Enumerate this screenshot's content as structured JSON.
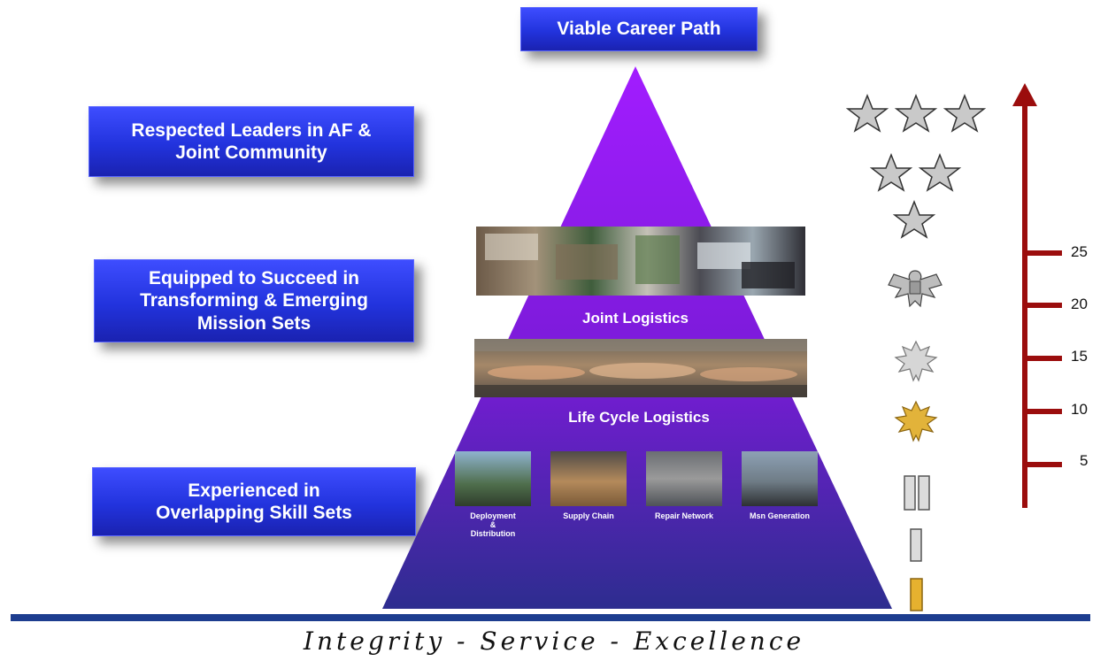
{
  "title": "Viable Career Path",
  "callouts": [
    {
      "lines": [
        "Respected Leaders in AF &",
        "Joint Community"
      ]
    },
    {
      "lines": [
        "Equipped to Succeed in",
        "Transforming & Emerging",
        "Mission Sets"
      ]
    },
    {
      "lines": [
        "Experienced in",
        "Overlapping Skill Sets"
      ]
    }
  ],
  "pyramid": {
    "band_labels": [
      "Joint Logistics",
      "Life Cycle Logistics"
    ],
    "tiles": [
      {
        "label_lines": [
          "Deployment",
          "&",
          "Distribution"
        ],
        "icon": "ship-loading-photo"
      },
      {
        "label_lines": [
          "Supply Chain"
        ],
        "icon": "warehouse-boxes-photo"
      },
      {
        "label_lines": [
          "Repair Network"
        ],
        "icon": "aircraft-repair-photo"
      },
      {
        "label_lines": [
          "Msn Generation"
        ],
        "icon": "flightline-photo"
      }
    ]
  },
  "ranks": [
    {
      "name": "three-star-insignia",
      "icon": "star"
    },
    {
      "name": "two-star-insignia",
      "icon": "star"
    },
    {
      "name": "one-star-insignia",
      "icon": "star"
    },
    {
      "name": "colonel-eagle-insignia",
      "icon": "eagle"
    },
    {
      "name": "lieutenant-colonel-leaf-insignia",
      "icon": "silver-oak-leaf"
    },
    {
      "name": "major-leaf-insignia",
      "icon": "gold-oak-leaf"
    },
    {
      "name": "captain-bars-insignia",
      "icon": "double-silver-bar"
    },
    {
      "name": "first-lieutenant-bar-insignia",
      "icon": "silver-bar"
    },
    {
      "name": "second-lieutenant-bar-insignia",
      "icon": "gold-bar"
    }
  ],
  "years_axis": {
    "ticks": [
      "25",
      "20",
      "15",
      "10",
      "5"
    ],
    "color": "#9b0d0d"
  },
  "colors": {
    "pyramid_top": "#a21cff",
    "pyramid_bottom": "#2d2d8f",
    "callout": "#2233dd",
    "footer_line": "#1d3d8f"
  },
  "footer": {
    "motto": "Integrity - Service - Excellence"
  }
}
